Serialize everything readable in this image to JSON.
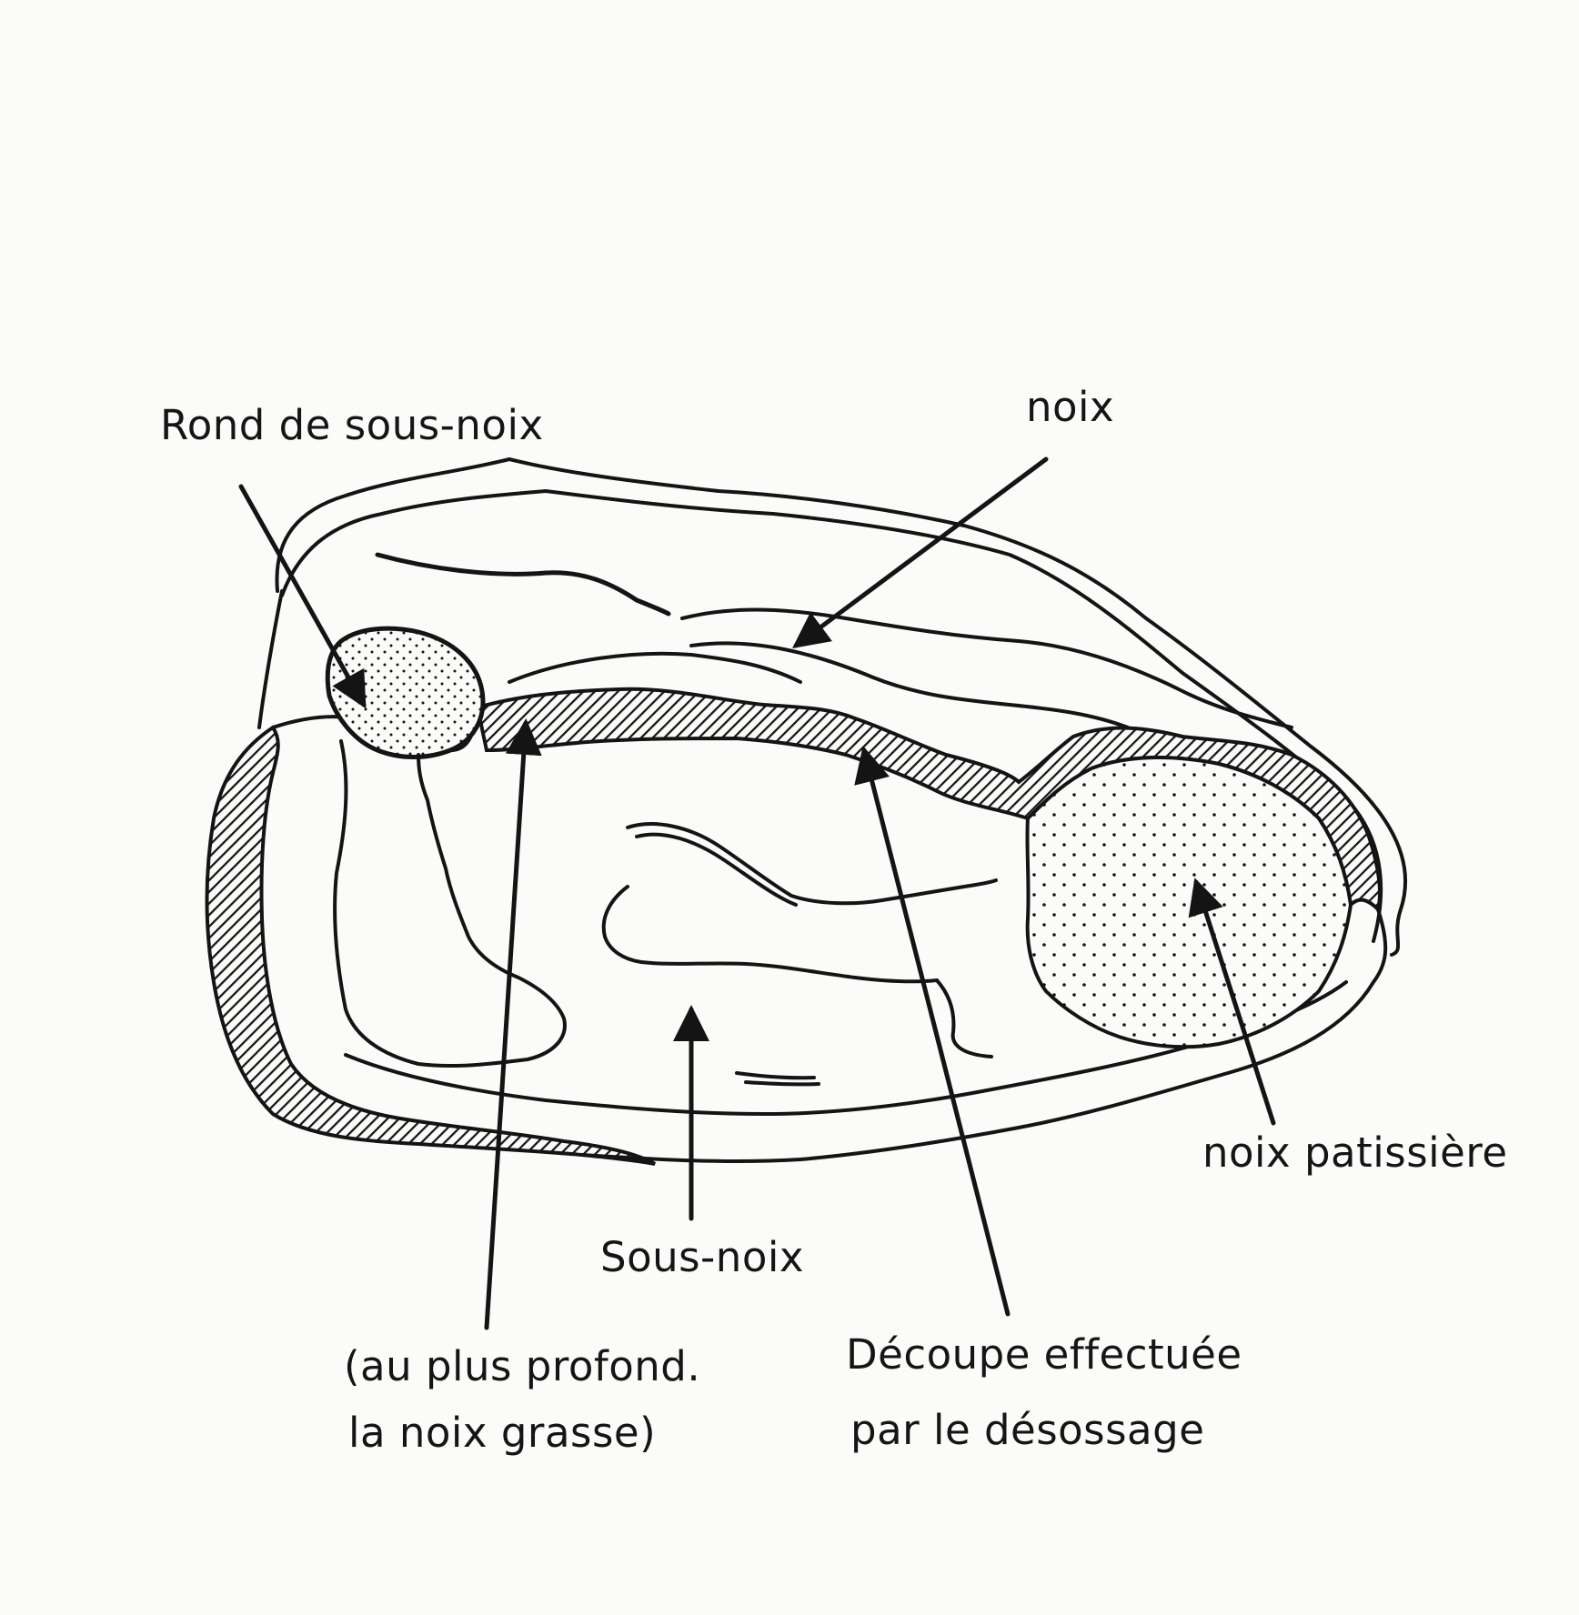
{
  "labels": {
    "rond_de_sous_noix": "Rond de sous-noix",
    "noix": "noix",
    "noix_patissiere": "noix patissière",
    "sous_noix": "Sous-noix",
    "noix_grasse_line1": "(au plus profond.",
    "noix_grasse_line2": "la noix grasse)",
    "decoupe_line1": "Découpe effectuée",
    "decoupe_line2": "par le désossage"
  },
  "colors": {
    "ink": "#141414",
    "paper": "#fbfbf9"
  }
}
